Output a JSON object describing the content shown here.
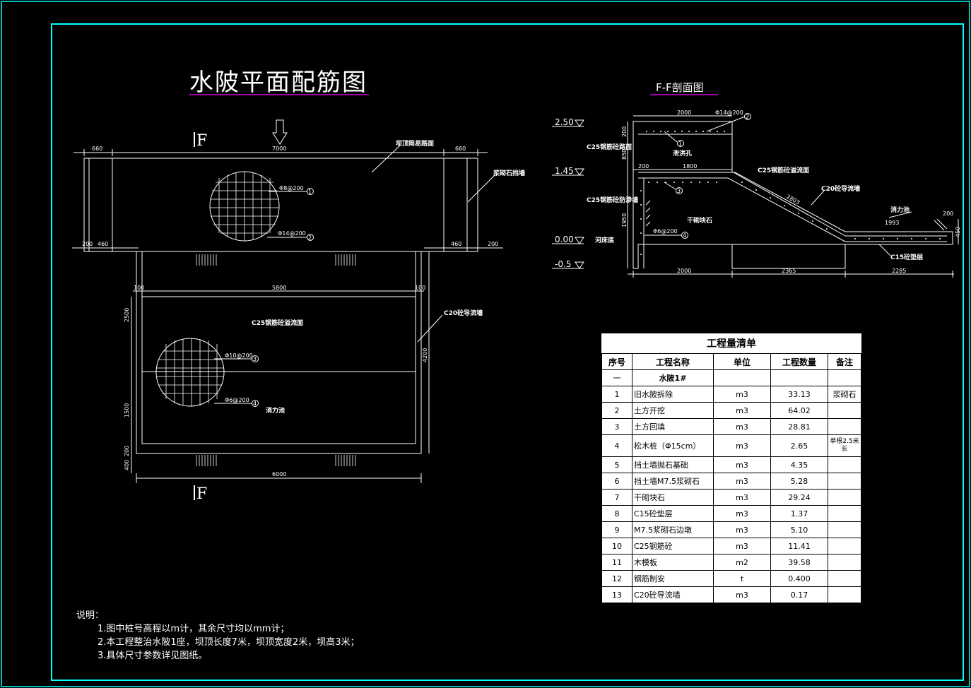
{
  "plan": {
    "title": "水陂平面配筋图",
    "cut_mark_top": "F",
    "cut_mark_bottom": "F",
    "label_dam_top": "坝顶简易路面",
    "label_retaining_wall": "浆砌石挡墙",
    "label_spillway": "C25钢筋砼溢流面",
    "label_guide_wall": "C20砼导流墙",
    "label_stilling_basin": "消力池",
    "rebar1_text": "Φ8@200",
    "rebar2_text": "Φ14@200",
    "rebar3_text": "Φ10@200",
    "rebar4_text": "Φ6@200",
    "mark1": "1",
    "mark2": "2",
    "mark3": "3",
    "mark4": "4",
    "dims": {
      "d660a": "660",
      "d7000": "7000",
      "d660b": "660",
      "d200a": "200",
      "d460a": "460",
      "d460b": "460",
      "d200b": "200",
      "d100a": "100",
      "d5800": "5800",
      "d100b": "100",
      "d2500": "2500",
      "d1500": "1500",
      "d200c": "200",
      "d400": "400",
      "d4200": "4200",
      "d6000": "6000"
    }
  },
  "section": {
    "title": "F-F剖面图",
    "elev_250": "2.50",
    "elev_145": "1.45",
    "elev_000": "0.00",
    "elev_m05": "-0.5",
    "label_c25_top": "C25钢筋砼路面",
    "label_drain": "泄洪孔",
    "label_c25_slope": "C25钢筋砼溢流面",
    "label_c20_guide": "C20砼导流墙",
    "label_c25_antiseep": "C25钢筋砼防渗墙",
    "label_dry_stone": "干砌块石",
    "label_riverbed": "河床底",
    "label_stilling": "消力池",
    "label_c15": "C15砼垫层",
    "rebar_top": "Φ14@200",
    "rebar_4": "Φ6@200",
    "mark1": "1",
    "mark2": "2",
    "mark3": "3",
    "mark4": "4",
    "dims": {
      "d2000top": "2000",
      "d200l": "200",
      "d850": "850",
      "d200b": "200",
      "d1800": "1800",
      "d1950": "1950",
      "d2000bot": "2000",
      "d2365": "2365",
      "d2285": "2285",
      "d2803": "2803",
      "d1993": "1993",
      "d200r": "200",
      "d450": "450"
    }
  },
  "table": {
    "caption": "工程量清单",
    "headers": [
      "序号",
      "工程名称",
      "单位",
      "工程数量",
      "备注"
    ],
    "group": {
      "no": "一",
      "name": "水陂1#"
    },
    "rows": [
      {
        "no": "1",
        "name": "旧水陂拆除",
        "unit": "m3",
        "qty": "33.13",
        "remark": "浆砌石"
      },
      {
        "no": "2",
        "name": "土方开挖",
        "unit": "m3",
        "qty": "64.02",
        "remark": ""
      },
      {
        "no": "3",
        "name": "土方回填",
        "unit": "m3",
        "qty": "28.81",
        "remark": ""
      },
      {
        "no": "4",
        "name": "松木桩（Φ15cm）",
        "unit": "m3",
        "qty": "2.65",
        "remark": "单根2.5米长"
      },
      {
        "no": "5",
        "name": "挡土墙抛石基础",
        "unit": "m3",
        "qty": "4.35",
        "remark": ""
      },
      {
        "no": "6",
        "name": "挡土墙M7.5浆砌石",
        "unit": "m3",
        "qty": "5.28",
        "remark": ""
      },
      {
        "no": "7",
        "name": "干砌块石",
        "unit": "m3",
        "qty": "29.24",
        "remark": ""
      },
      {
        "no": "8",
        "name": "C15砼垫层",
        "unit": "m3",
        "qty": "1.37",
        "remark": ""
      },
      {
        "no": "9",
        "name": "M7.5浆砌石边墩",
        "unit": "m3",
        "qty": "5.10",
        "remark": ""
      },
      {
        "no": "10",
        "name": "C25钢筋砼",
        "unit": "m3",
        "qty": "11.41",
        "remark": ""
      },
      {
        "no": "11",
        "name": "木模板",
        "unit": "m2",
        "qty": "39.58",
        "remark": ""
      },
      {
        "no": "12",
        "name": "钢筋制安",
        "unit": "t",
        "qty": "0.400",
        "remark": ""
      },
      {
        "no": "13",
        "name": "C20砼导流墙",
        "unit": "m3",
        "qty": "0.17",
        "remark": ""
      }
    ]
  },
  "notes": {
    "heading": "说明：",
    "items": [
      "1.图中桩号高程以m计，其余尺寸均以mm计；",
      "2.本工程整治水陂1座，坝顶长度7米，坝顶宽度2米，坝高3米；",
      "3.具体尺寸参数详见图纸。"
    ]
  },
  "colors": {
    "frame": "#00ffff",
    "underline": "#ff00ff",
    "line": "#ffffff",
    "background": "#000000"
  }
}
